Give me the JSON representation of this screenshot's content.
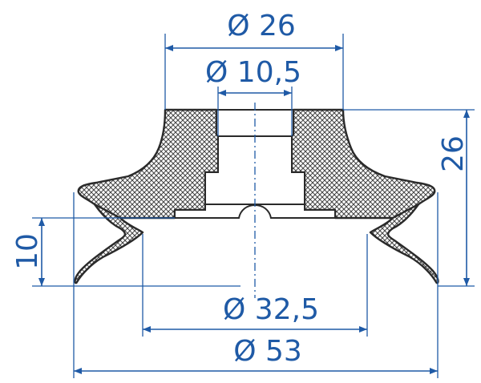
{
  "dimensions": {
    "top_outer_diameter": "Ø 26",
    "bore_diameter": "Ø 10,5",
    "overall_height": "26",
    "lip_height": "10",
    "lower_inner_diameter": "Ø 32,5",
    "outer_diameter": "Ø 53"
  },
  "colors": {
    "dimension": "#1f5aa6",
    "outline": "#2a2a2a"
  }
}
